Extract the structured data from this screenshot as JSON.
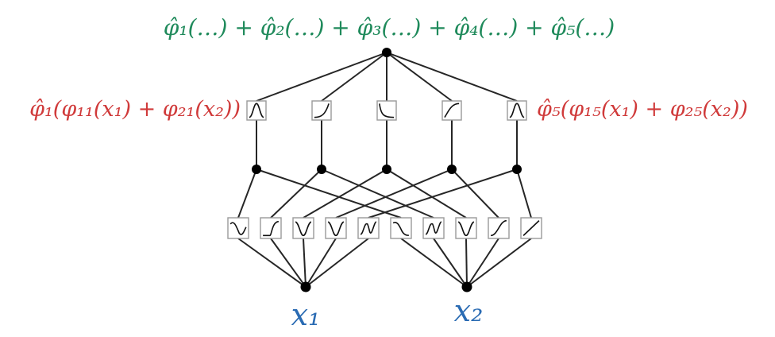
{
  "output_label": "φ̂₁(…) + φ̂₂(…) + φ̂₃(…) + φ̂₄(…) + φ̂₅(…)",
  "hidden_label_left": "φ̂₁(φ₁₁(x₁) + φ₂₁(x₂))",
  "hidden_label_right": "φ̂₅(φ₁₅(x₁) + φ₂₅(x₂))",
  "inputs": [
    {
      "label": "x₁",
      "color": "#2a6bb3"
    },
    {
      "label": "x₂",
      "color": "#2a6bb3"
    }
  ],
  "hidden_count": 5,
  "inner_count": 10,
  "colors": {
    "output_label": "#1f8a5b",
    "hidden_labels": "#d03a3a",
    "input_labels": "#2a6bb3"
  },
  "icons": {
    "top_activations": [
      "bump-icon",
      "rising-curve-icon",
      "decaying-curve-icon",
      "saturating-curve-icon",
      "bump-icon"
    ],
    "bottom_activations": [
      "wave-icon",
      "step-icon",
      "valley-icon",
      "valley-icon",
      "double-wave-icon",
      "peak-icon",
      "double-wave-icon",
      "valley-icon",
      "sigmoid-icon",
      "linear-icon"
    ]
  }
}
